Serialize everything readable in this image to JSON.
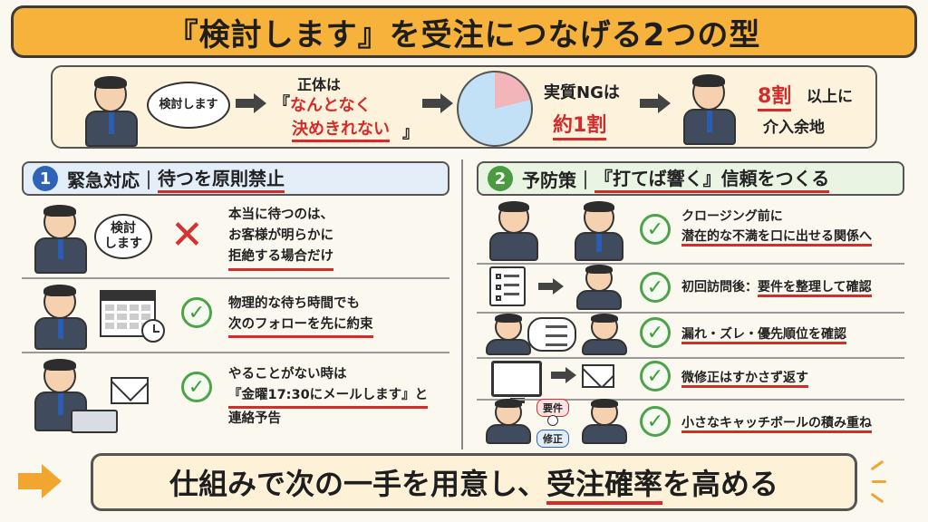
{
  "title": "『検討します』を受注につなげる2つの型",
  "summary": {
    "speech": "検討します",
    "label_identity": "正体は",
    "quote_open": "『",
    "identity_line1": "なんとなく",
    "identity_line2": "決めきれない",
    "quote_close": "』",
    "ng_label": "実質NGは",
    "ng_value": "約1割",
    "pie_ng_fraction": 0.21,
    "intervene_value": "8割",
    "intervene_suffix": "以上に",
    "intervene_line2": "介入余地"
  },
  "left": {
    "number": "1",
    "heading_prefix": "緊急対応｜",
    "heading_em": "待つを原則禁止",
    "rows": [
      {
        "speech": "検討\nします",
        "lines": [
          "本当に待つのは、",
          "お客様が明らかに",
          "拒絶する場合だけ"
        ]
      },
      {
        "lines": [
          "物理的な待ち時間でも",
          "次のフォローを先に約束"
        ]
      },
      {
        "lines": [
          "やることがない時は",
          "『金曜17:30にメールします』と",
          "連絡予告"
        ]
      }
    ]
  },
  "right": {
    "number": "2",
    "heading_prefix": "予防策｜",
    "heading_em": "『打てば響く』信頼をつくる",
    "rows": [
      {
        "lines": [
          "クロージング前に",
          "潜在的な不満を口に出せる関係へ"
        ]
      },
      {
        "text_prefix": "初回訪問後：",
        "text_em": "要件を整理して確認"
      },
      {
        "text_em": "漏れ・ズレ・優先順位を確認"
      },
      {
        "text_em": "微修正はすかさず返す"
      },
      {
        "text_em": "小さなキャッチボールの積み重ね",
        "tag_top": "要件",
        "tag_bottom": "修正"
      }
    ]
  },
  "footer": {
    "prefix": "仕組みで次の一手を用意し、",
    "em": "受注確率",
    "suffix": "を高める"
  },
  "colors": {
    "title_bg": "#f6b23a",
    "accent_red": "#d42b2b",
    "left_num": "#2e63b8",
    "right_num": "#4a9a42",
    "left_head_bg": "#e4eef9",
    "right_head_bg": "#eaf4e2",
    "check_green": "#4da34a"
  }
}
